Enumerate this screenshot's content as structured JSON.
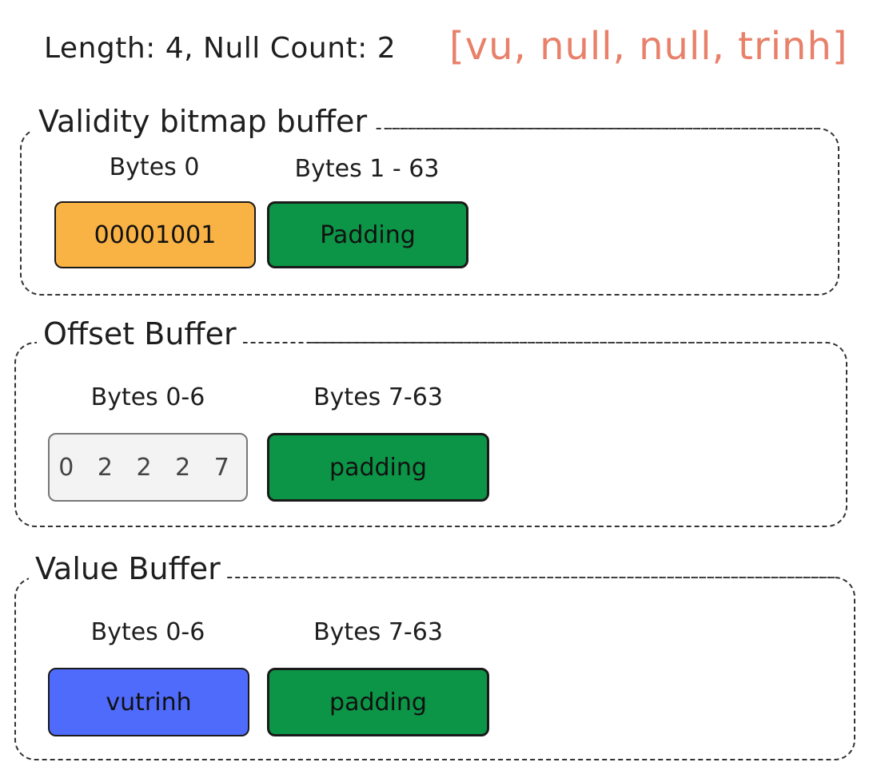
{
  "header": {
    "length_text": "Length: 4, Null Count: 2",
    "array_text": "[vu, null, null, trinh]"
  },
  "sections": [
    {
      "title": "Validity bitmap buffer",
      "columns": [
        {
          "label": "Bytes 0",
          "value": "00001001",
          "color": "#f9b244"
        },
        {
          "label": "Bytes 1 - 63",
          "value": "Padding",
          "color": "#0c9547"
        }
      ]
    },
    {
      "title": "Offset Buffer",
      "columns": [
        {
          "label": "Bytes 0-6",
          "value": "0 2 2 2 7",
          "color": "#f3f3f3"
        },
        {
          "label": "Bytes 7-63",
          "value": "padding",
          "color": "#0c9547"
        }
      ]
    },
    {
      "title": "Value Buffer",
      "columns": [
        {
          "label": "Bytes 0-6",
          "value": "vutrinh",
          "color": "#4f6bfb"
        },
        {
          "label": "Bytes 7-63",
          "value": "padding",
          "color": "#0c9547"
        }
      ]
    }
  ],
  "colors": {
    "array_text": "#e8806a",
    "bitmap": "#f9b244",
    "padding": "#0c9547",
    "offsets": "#f3f3f3",
    "values": "#4f6bfb"
  }
}
